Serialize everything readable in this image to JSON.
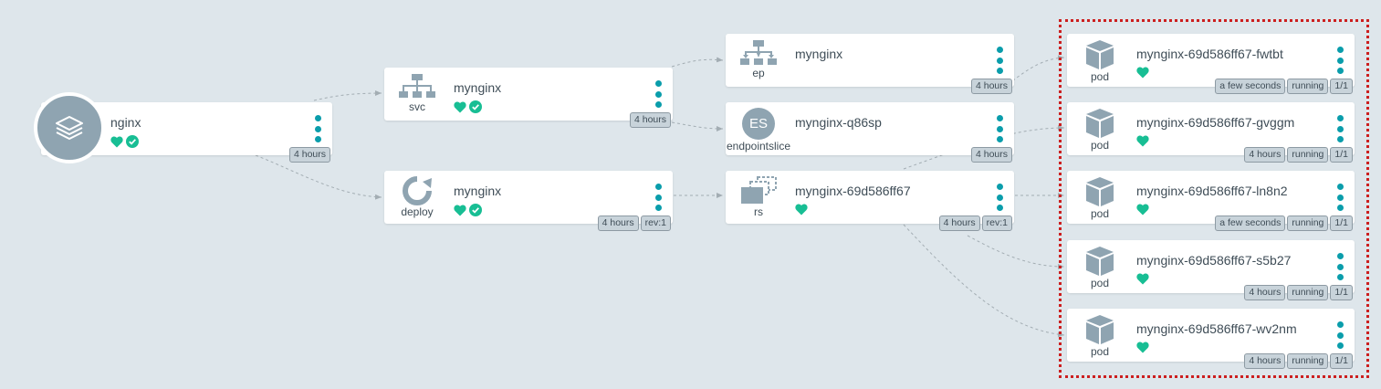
{
  "colors": {
    "background": "#dee6eb",
    "healthy": "#18be94",
    "menu_dots": "#0a9dab",
    "icon_gray": "#8fa4b1",
    "selection_border": "#cc1f1f"
  },
  "nodes": {
    "app_nginx": {
      "name": "nginx",
      "kind": "",
      "icon": "application-layers-icon",
      "tags": [
        "4 hours"
      ],
      "health": [
        "heart",
        "check"
      ]
    },
    "svc": {
      "name": "mynginx",
      "kind": "svc",
      "icon": "service-hierarchy-icon",
      "tags": [
        "4 hours"
      ],
      "health": [
        "heart",
        "check"
      ]
    },
    "deploy": {
      "name": "mynginx",
      "kind": "deploy",
      "icon": "deploy-sync-icon",
      "tags": [
        "4 hours",
        "rev:1"
      ],
      "health": [
        "heart",
        "check"
      ]
    },
    "ep": {
      "name": "mynginx",
      "kind": "ep",
      "icon": "endpoint-hierarchy-icon",
      "tags": [
        "4 hours"
      ],
      "health": []
    },
    "endpointslice": {
      "name": "mynginx-q86sp",
      "kind": "endpointslice",
      "icon_text": "ES",
      "tags": [
        "4 hours"
      ],
      "health": []
    },
    "rs": {
      "name": "mynginx-69d586ff67",
      "kind": "rs",
      "icon": "replicaset-stack-icon",
      "tags": [
        "4 hours",
        "rev:1"
      ],
      "health": [
        "heart"
      ]
    },
    "pods": [
      {
        "name": "mynginx-69d586ff67-fwtbt",
        "kind": "pod",
        "tags": [
          "a few seconds",
          "running",
          "1/1"
        ]
      },
      {
        "name": "mynginx-69d586ff67-gvggm",
        "kind": "pod",
        "tags": [
          "4 hours",
          "running",
          "1/1"
        ]
      },
      {
        "name": "mynginx-69d586ff67-ln8n2",
        "kind": "pod",
        "tags": [
          "a few seconds",
          "running",
          "1/1"
        ]
      },
      {
        "name": "mynginx-69d586ff67-s5b27",
        "kind": "pod",
        "tags": [
          "4 hours",
          "running",
          "1/1"
        ]
      },
      {
        "name": "mynginx-69d586ff67-wv2nm",
        "kind": "pod",
        "tags": [
          "4 hours",
          "running",
          "1/1"
        ]
      }
    ]
  }
}
